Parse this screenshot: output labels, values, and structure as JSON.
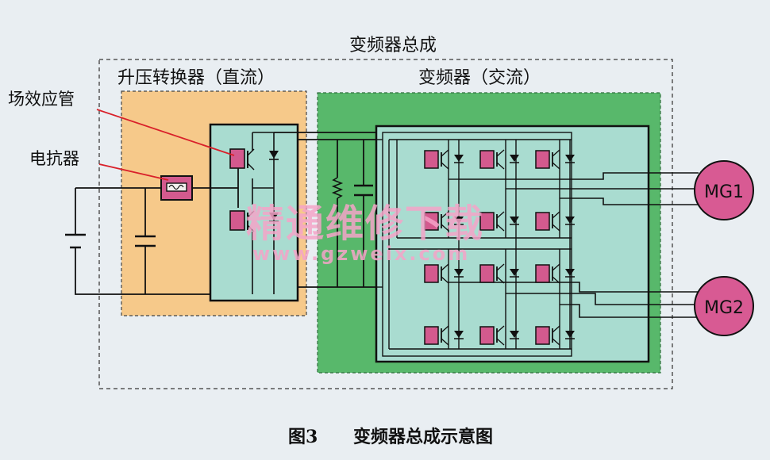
{
  "labels": {
    "assembly": "变频器总成",
    "boost": "升压转换器（直流）",
    "inverter": "变频器（交流）",
    "mosfet": "场效应管",
    "reactor": "电抗器",
    "mg1": "MG1",
    "mg2": "MG2"
  },
  "caption": {
    "number": "图3",
    "text": "变频器总成示意图"
  },
  "watermark": {
    "cn": "精通维修下载",
    "url": "www.gzweix.com"
  },
  "colors": {
    "background": "#e9eef2",
    "boost_fill": "#f6c98a",
    "inverter_fill": "#58b86b",
    "panel_fill": "#a9dcd0",
    "switch_fill": "#d35a8e",
    "motor_fill": "#d85a93",
    "callout_line": "#d9202a",
    "wire": "#111111"
  }
}
